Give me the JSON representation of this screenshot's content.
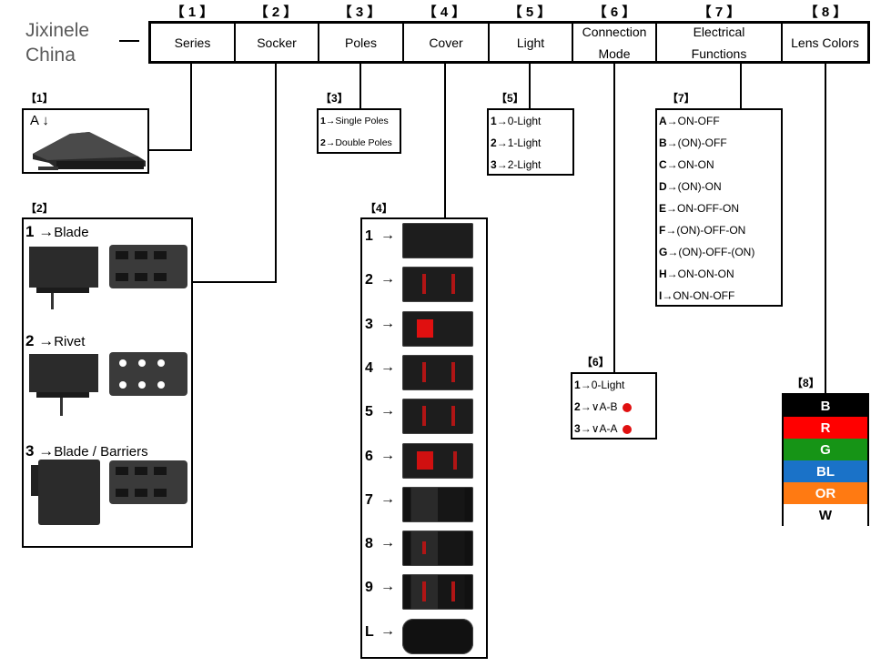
{
  "brand": {
    "line1": "Jixinele",
    "line2": "China"
  },
  "header": {
    "numbers": [
      "【 1 】",
      "【 2 】",
      "【 3 】",
      "【 4 】",
      "【 5 】",
      "【 6 】",
      "【 7 】",
      "【 8 】"
    ],
    "cells": [
      "Series",
      "Socker",
      "Poles",
      "Cover",
      "Light",
      "Connection Mode",
      "Electrical Functions",
      "Lens Colors"
    ]
  },
  "series": {
    "tag": "【1】",
    "option": "A ↓"
  },
  "socket": {
    "tag": "【2】",
    "options": [
      {
        "num": "1",
        "label": "Blade"
      },
      {
        "num": "2",
        "label": "Rivet"
      },
      {
        "num": "3",
        "label": "Blade / Barriers"
      }
    ]
  },
  "poles": {
    "tag": "【3】",
    "options": [
      {
        "num": "1",
        "label": "Single Poles"
      },
      {
        "num": "2",
        "label": "Double Poles"
      }
    ]
  },
  "cover": {
    "tag": "【4】",
    "options": [
      "1",
      "2",
      "3",
      "4",
      "5",
      "6",
      "7",
      "8",
      "9",
      "L"
    ]
  },
  "light": {
    "tag": "【5】",
    "options": [
      {
        "num": "1",
        "label": "0-Light"
      },
      {
        "num": "2",
        "label": "1-Light"
      },
      {
        "num": "3",
        "label": "2-Light"
      }
    ]
  },
  "connection": {
    "tag": "【6】",
    "options": [
      {
        "num": "1",
        "label": "0-Light"
      },
      {
        "num": "2",
        "label": "∨A-B"
      },
      {
        "num": "3",
        "label": "∨A-A"
      }
    ],
    "dot_color": "#e01010"
  },
  "electrical": {
    "tag": "【7】",
    "options": [
      {
        "num": "A",
        "label": "ON-OFF"
      },
      {
        "num": "B",
        "label": "(ON)-OFF"
      },
      {
        "num": "C",
        "label": "ON-ON"
      },
      {
        "num": "D",
        "label": "(ON)-ON"
      },
      {
        "num": "E",
        "label": "ON-OFF-ON"
      },
      {
        "num": "F",
        "label": "(ON)-OFF-ON"
      },
      {
        "num": "G",
        "label": "(ON)-OFF-(ON)"
      },
      {
        "num": "H",
        "label": "ON-ON-ON"
      },
      {
        "num": "I",
        "label": "ON-ON-OFF"
      }
    ]
  },
  "lens": {
    "tag": "【8】",
    "options": [
      {
        "code": "B",
        "bg": "#000000",
        "fg": "#ffffff"
      },
      {
        "code": "R",
        "bg": "#ff0000",
        "fg": "#ffffff"
      },
      {
        "code": "G",
        "bg": "#169416",
        "fg": "#ffffff"
      },
      {
        "code": "BL",
        "bg": "#1a72c8",
        "fg": "#ffffff"
      },
      {
        "code": "OR",
        "bg": "#ff7a12",
        "fg": "#ffffff"
      },
      {
        "code": "W",
        "bg": "#ffffff",
        "fg": "#000000"
      }
    ]
  }
}
